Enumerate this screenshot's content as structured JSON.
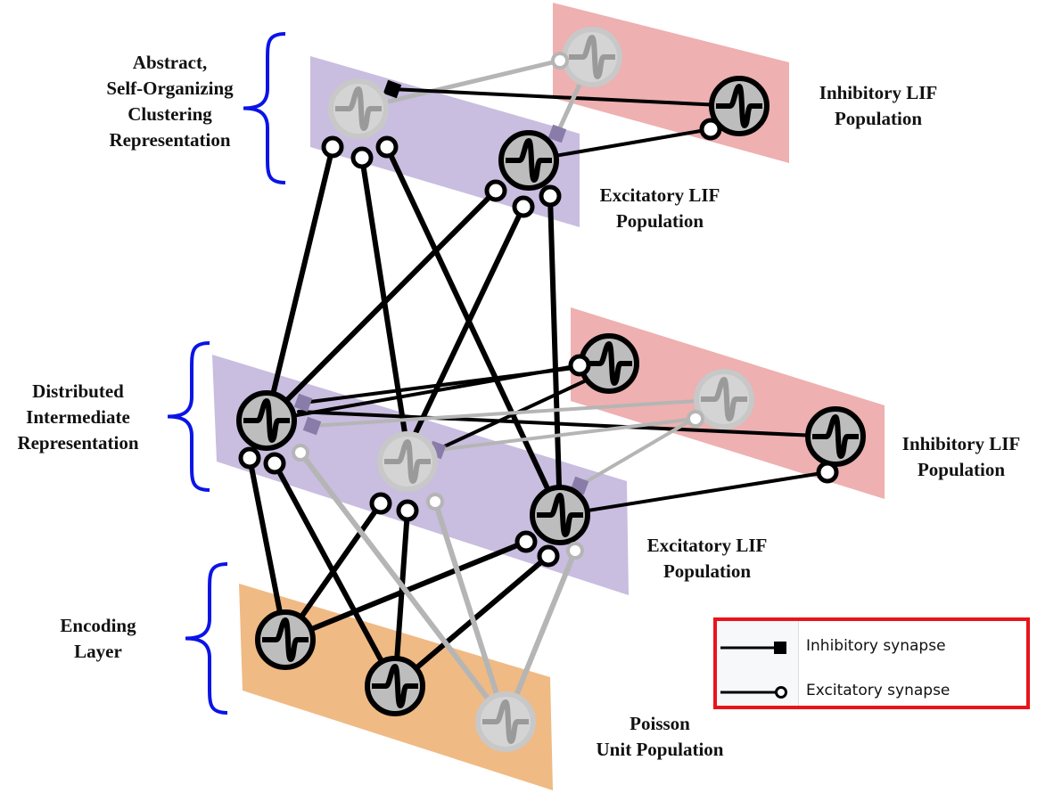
{
  "labels": {
    "top_group": "Abstract,\nSelf-Organizing\nClustering\nRepresentation",
    "mid_group": "Distributed\nIntermediate\nRepresentation",
    "bottom_group": "Encoding\nLayer",
    "top_inhibitory": "Inhibitory LIF\nPopulation",
    "top_excitatory": "Excitatory LIF\nPopulation",
    "mid_inhibitory": "Inhibitory LIF\nPopulation",
    "mid_excitatory": "Excitatory LIF\nPopulation",
    "poisson": "Poisson\nUnit Population"
  },
  "legend": {
    "inhibitory": "Inhibitory synapse",
    "excitatory": "Excitatory synapse"
  },
  "colors": {
    "excitatory_plane": "#c9bde0",
    "inhibitory_plane": "#eeb0b0",
    "encoding_plane": "#f0ba84",
    "brace": "#0a14e6",
    "active": "#000000",
    "inactive": "#b8b8b8",
    "legend_border": "#e8141b"
  },
  "neurons": [
    {
      "id": "t_e1",
      "layer": "top-excitatory",
      "active": false
    },
    {
      "id": "t_e2",
      "layer": "top-excitatory",
      "active": true
    },
    {
      "id": "t_i1",
      "layer": "top-inhibitory",
      "active": false
    },
    {
      "id": "t_i2",
      "layer": "top-inhibitory",
      "active": true
    },
    {
      "id": "m_e1",
      "layer": "mid-excitatory",
      "active": true
    },
    {
      "id": "m_e2",
      "layer": "mid-excitatory",
      "active": false
    },
    {
      "id": "m_e3",
      "layer": "mid-excitatory",
      "active": true
    },
    {
      "id": "m_i1",
      "layer": "mid-inhibitory",
      "active": true
    },
    {
      "id": "m_i2",
      "layer": "mid-inhibitory",
      "active": false
    },
    {
      "id": "m_i3",
      "layer": "mid-inhibitory",
      "active": true
    },
    {
      "id": "b_1",
      "layer": "poisson",
      "active": true
    },
    {
      "id": "b_2",
      "layer": "poisson",
      "active": true
    },
    {
      "id": "b_3",
      "layer": "poisson",
      "active": false
    }
  ]
}
